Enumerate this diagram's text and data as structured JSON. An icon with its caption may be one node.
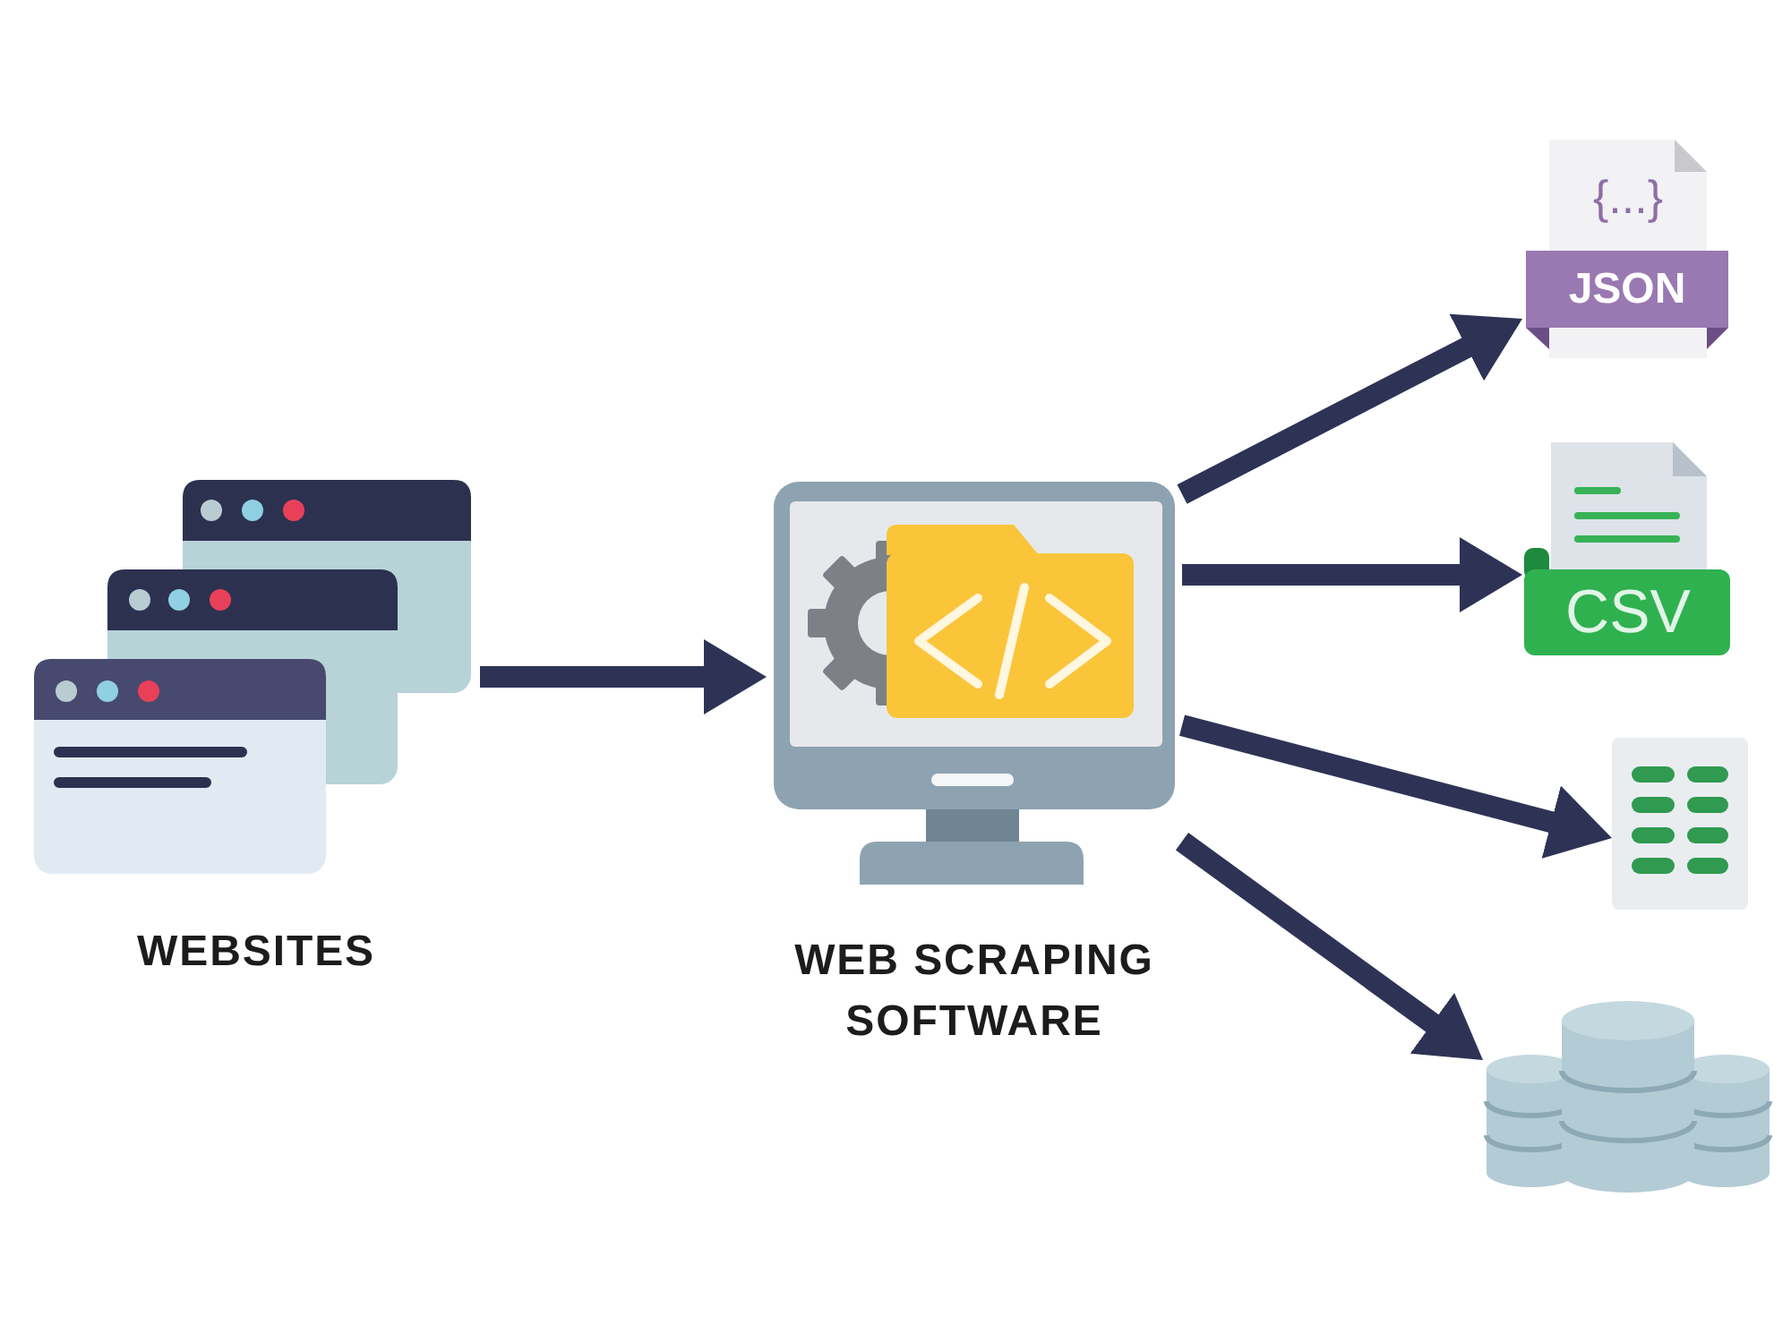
{
  "diagram": {
    "nodes": [
      {
        "text": [
          "WEBSITES"
        ]
      },
      {
        "text": [
          "WEB SCRAPING SOFTWARE"
        ]
      },
      {
        "text": [
          "{...}",
          "JSON"
        ]
      },
      {
        "text": [
          "CSV"
        ]
      },
      {
        "text": [],
        "shape": "picture"
      },
      {
        "text": [],
        "shape": "cylinder"
      }
    ],
    "edges": [
      {
        "from": 0,
        "to": 1,
        "arrow": "to"
      },
      {
        "from": 1,
        "to": 2,
        "arrow": "to"
      },
      {
        "from": 1,
        "to": 3,
        "arrow": "to"
      },
      {
        "from": 1,
        "to": 4,
        "arrow": "to"
      },
      {
        "from": 1,
        "to": 5,
        "arrow": "to"
      }
    ]
  }
}
